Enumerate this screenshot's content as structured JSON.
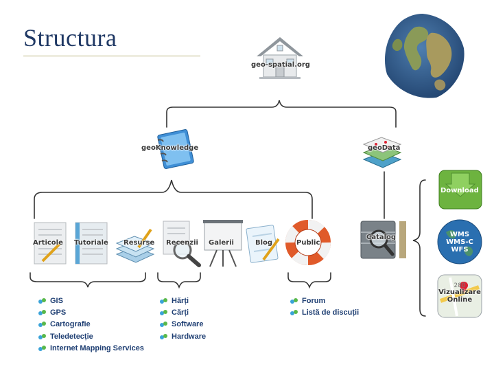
{
  "title": "Structura",
  "root": {
    "label": "geo-spatial.org",
    "icon": "house-icon"
  },
  "branches": [
    {
      "label": "geoKnowledge",
      "icon": "notebook-icon"
    },
    {
      "label": "geoData",
      "icon": "map-layers-icon"
    }
  ],
  "knowledge_items": [
    {
      "label": "Articole",
      "icon": "document-icon"
    },
    {
      "label": "Tutoriale",
      "icon": "document-icon"
    },
    {
      "label": "Resurse",
      "icon": "stacked-papers-icon"
    },
    {
      "label": "Recenzii",
      "icon": "magnifier-icon"
    },
    {
      "label": "Galerii",
      "icon": "easel-icon"
    },
    {
      "label": "Blog",
      "icon": "notepad-pencil-icon"
    },
    {
      "label": "Public",
      "icon": "lifebuoy-icon"
    }
  ],
  "catalog": {
    "label": "Catalog",
    "icon": "database-magnifier-icon"
  },
  "services": [
    {
      "label": "Download",
      "icon": "download-box-icon"
    },
    {
      "label": "WMS\nWMS-C\nWFS",
      "icon": "globe-icon"
    },
    {
      "label": "Vizualizare\nOnline",
      "icon": "map-app-icon"
    }
  ],
  "lists": {
    "articles": [
      "GIS",
      "GPS",
      "Cartografie",
      "Teledetecție",
      "Internet Mapping Services"
    ],
    "reviews": [
      "Hărți",
      "Cărți",
      "Software",
      "Hardware"
    ],
    "public": [
      "Forum",
      "Listă de discuții"
    ]
  },
  "colors": {
    "title": "#1f3864",
    "list_text": "#1f3f73",
    "lines": "#333333"
  }
}
